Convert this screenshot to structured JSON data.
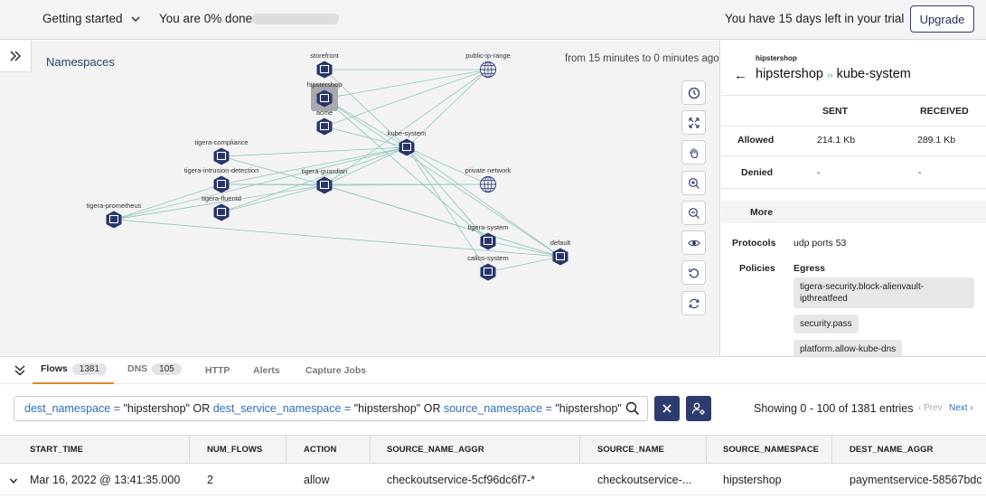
{
  "topbar": {
    "getting_started": "Getting started",
    "progress_text": "You are 0% done",
    "progress_value": 0,
    "trial_text": "You have 15 days left in your trial",
    "upgrade_label": "Upgrade"
  },
  "graph": {
    "title": "Namespaces",
    "time_range": "from 15 minutes to 0 minutes ago",
    "nodes": [
      {
        "id": "storefront",
        "label": "storefront",
        "type": "ns"
      },
      {
        "id": "hipstershop",
        "label": "hipstershop",
        "type": "ns",
        "selected": true
      },
      {
        "id": "acme",
        "label": "acme",
        "type": "ns"
      },
      {
        "id": "public-ip-range",
        "label": "public-ip-range",
        "type": "net"
      },
      {
        "id": "kube-system",
        "label": "kube-system",
        "type": "ns"
      },
      {
        "id": "tigera-compliance",
        "label": "tigera-compliance",
        "type": "ns"
      },
      {
        "id": "tigera-intrusion-detection",
        "label": "tigera-intrusion-detection",
        "type": "ns"
      },
      {
        "id": "tigera-guardian",
        "label": "tigera-guardian",
        "type": "ns"
      },
      {
        "id": "private-network",
        "label": "private network",
        "type": "net"
      },
      {
        "id": "tigera-fluentd",
        "label": "tigera-fluentd",
        "type": "ns"
      },
      {
        "id": "tigera-prometheus",
        "label": "tigera-prometheus",
        "type": "ns"
      },
      {
        "id": "tigera-system",
        "label": "tigera-system",
        "type": "ns"
      },
      {
        "id": "default",
        "label": "default",
        "type": "ns"
      },
      {
        "id": "calico-system",
        "label": "calico-system",
        "type": "ns"
      }
    ],
    "tools": [
      "clock-icon",
      "fit-screen-icon",
      "hand-icon",
      "zoom-in-icon",
      "zoom-out-icon",
      "eye-icon",
      "undo-icon",
      "refresh-icon"
    ]
  },
  "side": {
    "namespace": "hipstershop",
    "flow_source": "hipstershop",
    "flow_arrow": "››",
    "flow_dest": "kube-system",
    "col_sent": "SENT",
    "col_received": "RECEIVED",
    "allowed_label": "Allowed",
    "allowed_sent": "214.1 Kb",
    "allowed_received": "289.1 Kb",
    "denied_label": "Denied",
    "denied_sent": "-",
    "denied_received": "-",
    "more_label": "More",
    "protocols_label": "Protocols",
    "protocols_value": "udp ports 53",
    "policies_label": "Policies",
    "egress_label": "Egress",
    "policy_1": "tigera-security.block-alienvault-ipthreatfeed",
    "policy_2": "security.pass",
    "policy_3": "platform.allow-kube-dns"
  },
  "tabs": {
    "flows": "Flows",
    "flows_count": "1381",
    "dns": "DNS",
    "dns_count": "105",
    "http": "HTTP",
    "alerts": "Alerts",
    "capture": "Capture Jobs"
  },
  "filter": {
    "k1": "dest_namespace",
    "v1": "\"hipstershop\"",
    "k2": "dest_service_namespace",
    "v2": "\"hipstershop\"",
    "k3": "source_namespace",
    "v3": "\"hipstershop\"",
    "eq": "=",
    "or": "OR",
    "showing": "Showing 0 - 100 of 1381 entries",
    "prev": "Prev",
    "next": "Next"
  },
  "table": {
    "columns": [
      "START_TIME",
      "NUM_FLOWS",
      "ACTION",
      "SOURCE_NAME_AGGR",
      "SOURCE_NAME",
      "SOURCE_NAMESPACE",
      "DEST_NAME_AGGR"
    ],
    "rows": [
      [
        "Mar 16, 2022 @ 13:41:35.000",
        "2",
        "allow",
        "checkoutservice-5cf96dc6f7-*",
        "checkoutservice-...",
        "hipstershop",
        "paymentservice-58567bdc"
      ]
    ]
  }
}
